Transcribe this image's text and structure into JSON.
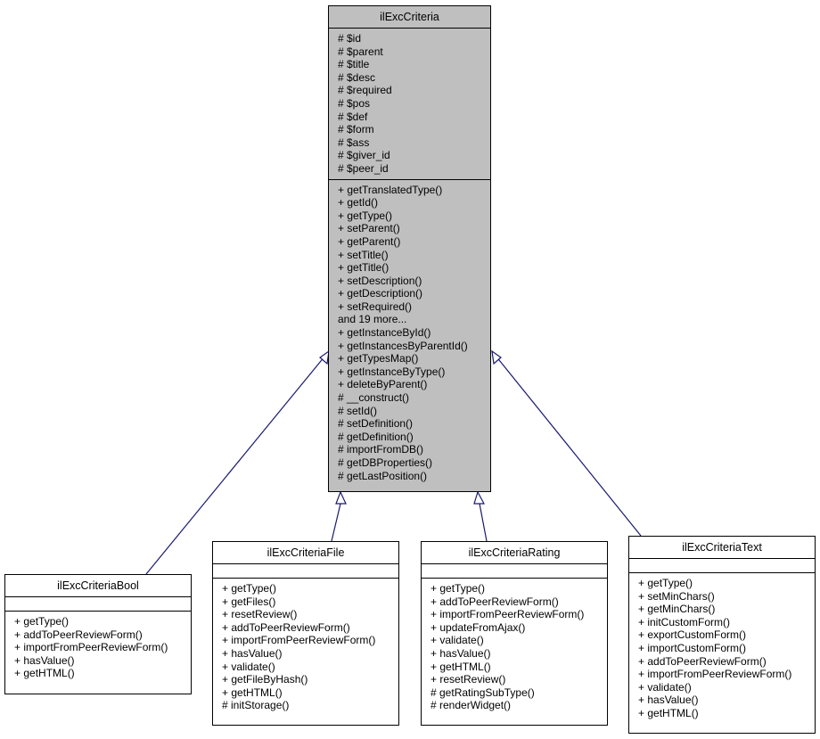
{
  "diagram": {
    "base": {
      "name": "ilExcCriteria",
      "attributes": [
        "# $id",
        "# $parent",
        "# $title",
        "# $desc",
        "# $required",
        "# $pos",
        "# $def",
        "# $form",
        "# $ass",
        "# $giver_id",
        "# $peer_id"
      ],
      "methods": [
        "+ getTranslatedType()",
        "+ getId()",
        "+ getType()",
        "+ setParent()",
        "+ getParent()",
        "+ setTitle()",
        "+ getTitle()",
        "+ setDescription()",
        "+ getDescription()",
        "+ setRequired()",
        "and 19 more...",
        "+ getInstanceById()",
        "+ getInstancesByParentId()",
        "+ getTypesMap()",
        "+ getInstanceByType()",
        "+ deleteByParent()",
        "# __construct()",
        "# setId()",
        "# setDefinition()",
        "# getDefinition()",
        "# importFromDB()",
        "# getDBProperties()",
        "# getLastPosition()"
      ]
    },
    "children": [
      {
        "name": "ilExcCriteriaBool",
        "attributes": [],
        "methods": [
          "+ getType()",
          "+ addToPeerReviewForm()",
          "+ importFromPeerReviewForm()",
          "+ hasValue()",
          "+ getHTML()"
        ]
      },
      {
        "name": "ilExcCriteriaFile",
        "attributes": [],
        "methods": [
          "+ getType()",
          "+ getFiles()",
          "+ resetReview()",
          "+ addToPeerReviewForm()",
          "+ importFromPeerReviewForm()",
          "+ hasValue()",
          "+ validate()",
          "+ getFileByHash()",
          "+ getHTML()",
          "# initStorage()"
        ]
      },
      {
        "name": "ilExcCriteriaRating",
        "attributes": [],
        "methods": [
          "+ getType()",
          "+ addToPeerReviewForm()",
          "+ importFromPeerReviewForm()",
          "+ updateFromAjax()",
          "+ validate()",
          "+ hasValue()",
          "+ getHTML()",
          "+ resetReview()",
          "# getRatingSubType()",
          "# renderWidget()"
        ]
      },
      {
        "name": "ilExcCriteriaText",
        "attributes": [],
        "methods": [
          "+ getType()",
          "+ setMinChars()",
          "+ getMinChars()",
          "+ initCustomForm()",
          "+ exportCustomForm()",
          "+ importCustomForm()",
          "+ addToPeerReviewForm()",
          "+ importFromPeerReviewForm()",
          "+ validate()",
          "+ hasValue()",
          "+ getHTML()"
        ]
      }
    ],
    "colors": {
      "edge": "#191970",
      "base_fill": "#bfbfbf",
      "box_fill": "#ffffff",
      "border": "#000000"
    }
  }
}
